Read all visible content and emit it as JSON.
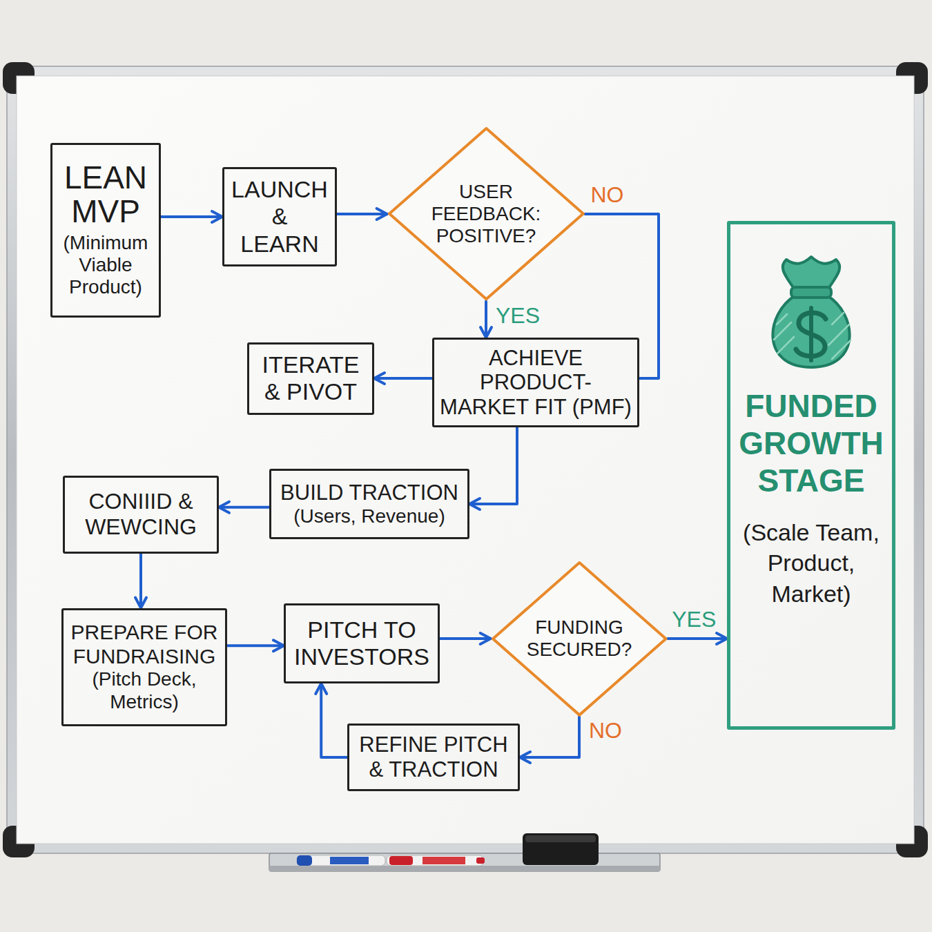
{
  "diagram": {
    "nodes": [
      {
        "text": [
          "LEAN MVP",
          "(Minimum Viable Product)"
        ]
      },
      {
        "text": [
          "LAUNCH & LEARN"
        ]
      },
      {
        "text": [
          "USER FEEDBACK: POSITIVE?"
        ]
      },
      {
        "text": [
          "ITERATE & PIVOT"
        ]
      },
      {
        "text": [
          "ACHIEVE PRODUCT-MARKET FIT (PMF)"
        ]
      },
      {
        "text": [
          "BUILD TRACTION",
          "(Users, Revenue)"
        ]
      },
      {
        "text": [
          "CONIIID & WEWCING"
        ]
      },
      {
        "text": [
          "PREPARE FOR FUNDRAISING",
          "(Pitch Deck, Metrics)"
        ]
      },
      {
        "text": [
          "PITCH TO INVESTORS"
        ]
      },
      {
        "text": [
          "FUNDING SECURED?"
        ]
      },
      {
        "text": [
          "REFINE PITCH & TRACTION"
        ]
      },
      {
        "text": [
          "FUNDED GROWTH STAGE",
          "(Scale Team, Product, Market)"
        ]
      }
    ],
    "edges": [
      {
        "from": 0,
        "to": 1,
        "arrow": "to"
      },
      {
        "from": 1,
        "to": 2,
        "arrow": "to"
      },
      {
        "from": 2,
        "to": 4,
        "label": "YES",
        "arrow": "to"
      },
      {
        "from": 2,
        "to": 4,
        "label": "NO",
        "arrow": "none"
      },
      {
        "from": 4,
        "to": 3,
        "arrow": "to"
      },
      {
        "from": 4,
        "to": 5,
        "arrow": "to"
      },
      {
        "from": 5,
        "to": 6,
        "arrow": "to"
      },
      {
        "from": 6,
        "to": 7,
        "arrow": "to"
      },
      {
        "from": 7,
        "to": 8,
        "arrow": "to"
      },
      {
        "from": 8,
        "to": 9,
        "arrow": "to"
      },
      {
        "from": 9,
        "to": 11,
        "label": "YES",
        "arrow": "to"
      },
      {
        "from": 9,
        "to": 10,
        "label": "NO",
        "arrow": "to"
      },
      {
        "from": 10,
        "to": 8,
        "arrow": "to"
      }
    ]
  }
}
